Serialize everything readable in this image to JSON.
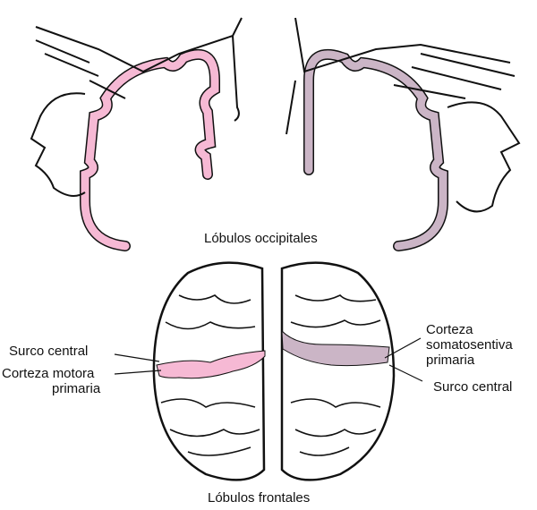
{
  "colors": {
    "motor": "#f6b9d4",
    "sensory": "#cbb5c6",
    "outline": "#111111"
  },
  "labels": {
    "occipital": "Lóbulos occipitales",
    "frontal": "Lóbulos frontales",
    "left_sulcus": "Surco central",
    "motor_cortex_1": "Corteza motora",
    "motor_cortex_2": "primaria",
    "sensory_cortex_1": "Corteza",
    "sensory_cortex_2": "somatosentiva",
    "sensory_cortex_3": "primaria",
    "right_sulcus": "Surco central"
  }
}
